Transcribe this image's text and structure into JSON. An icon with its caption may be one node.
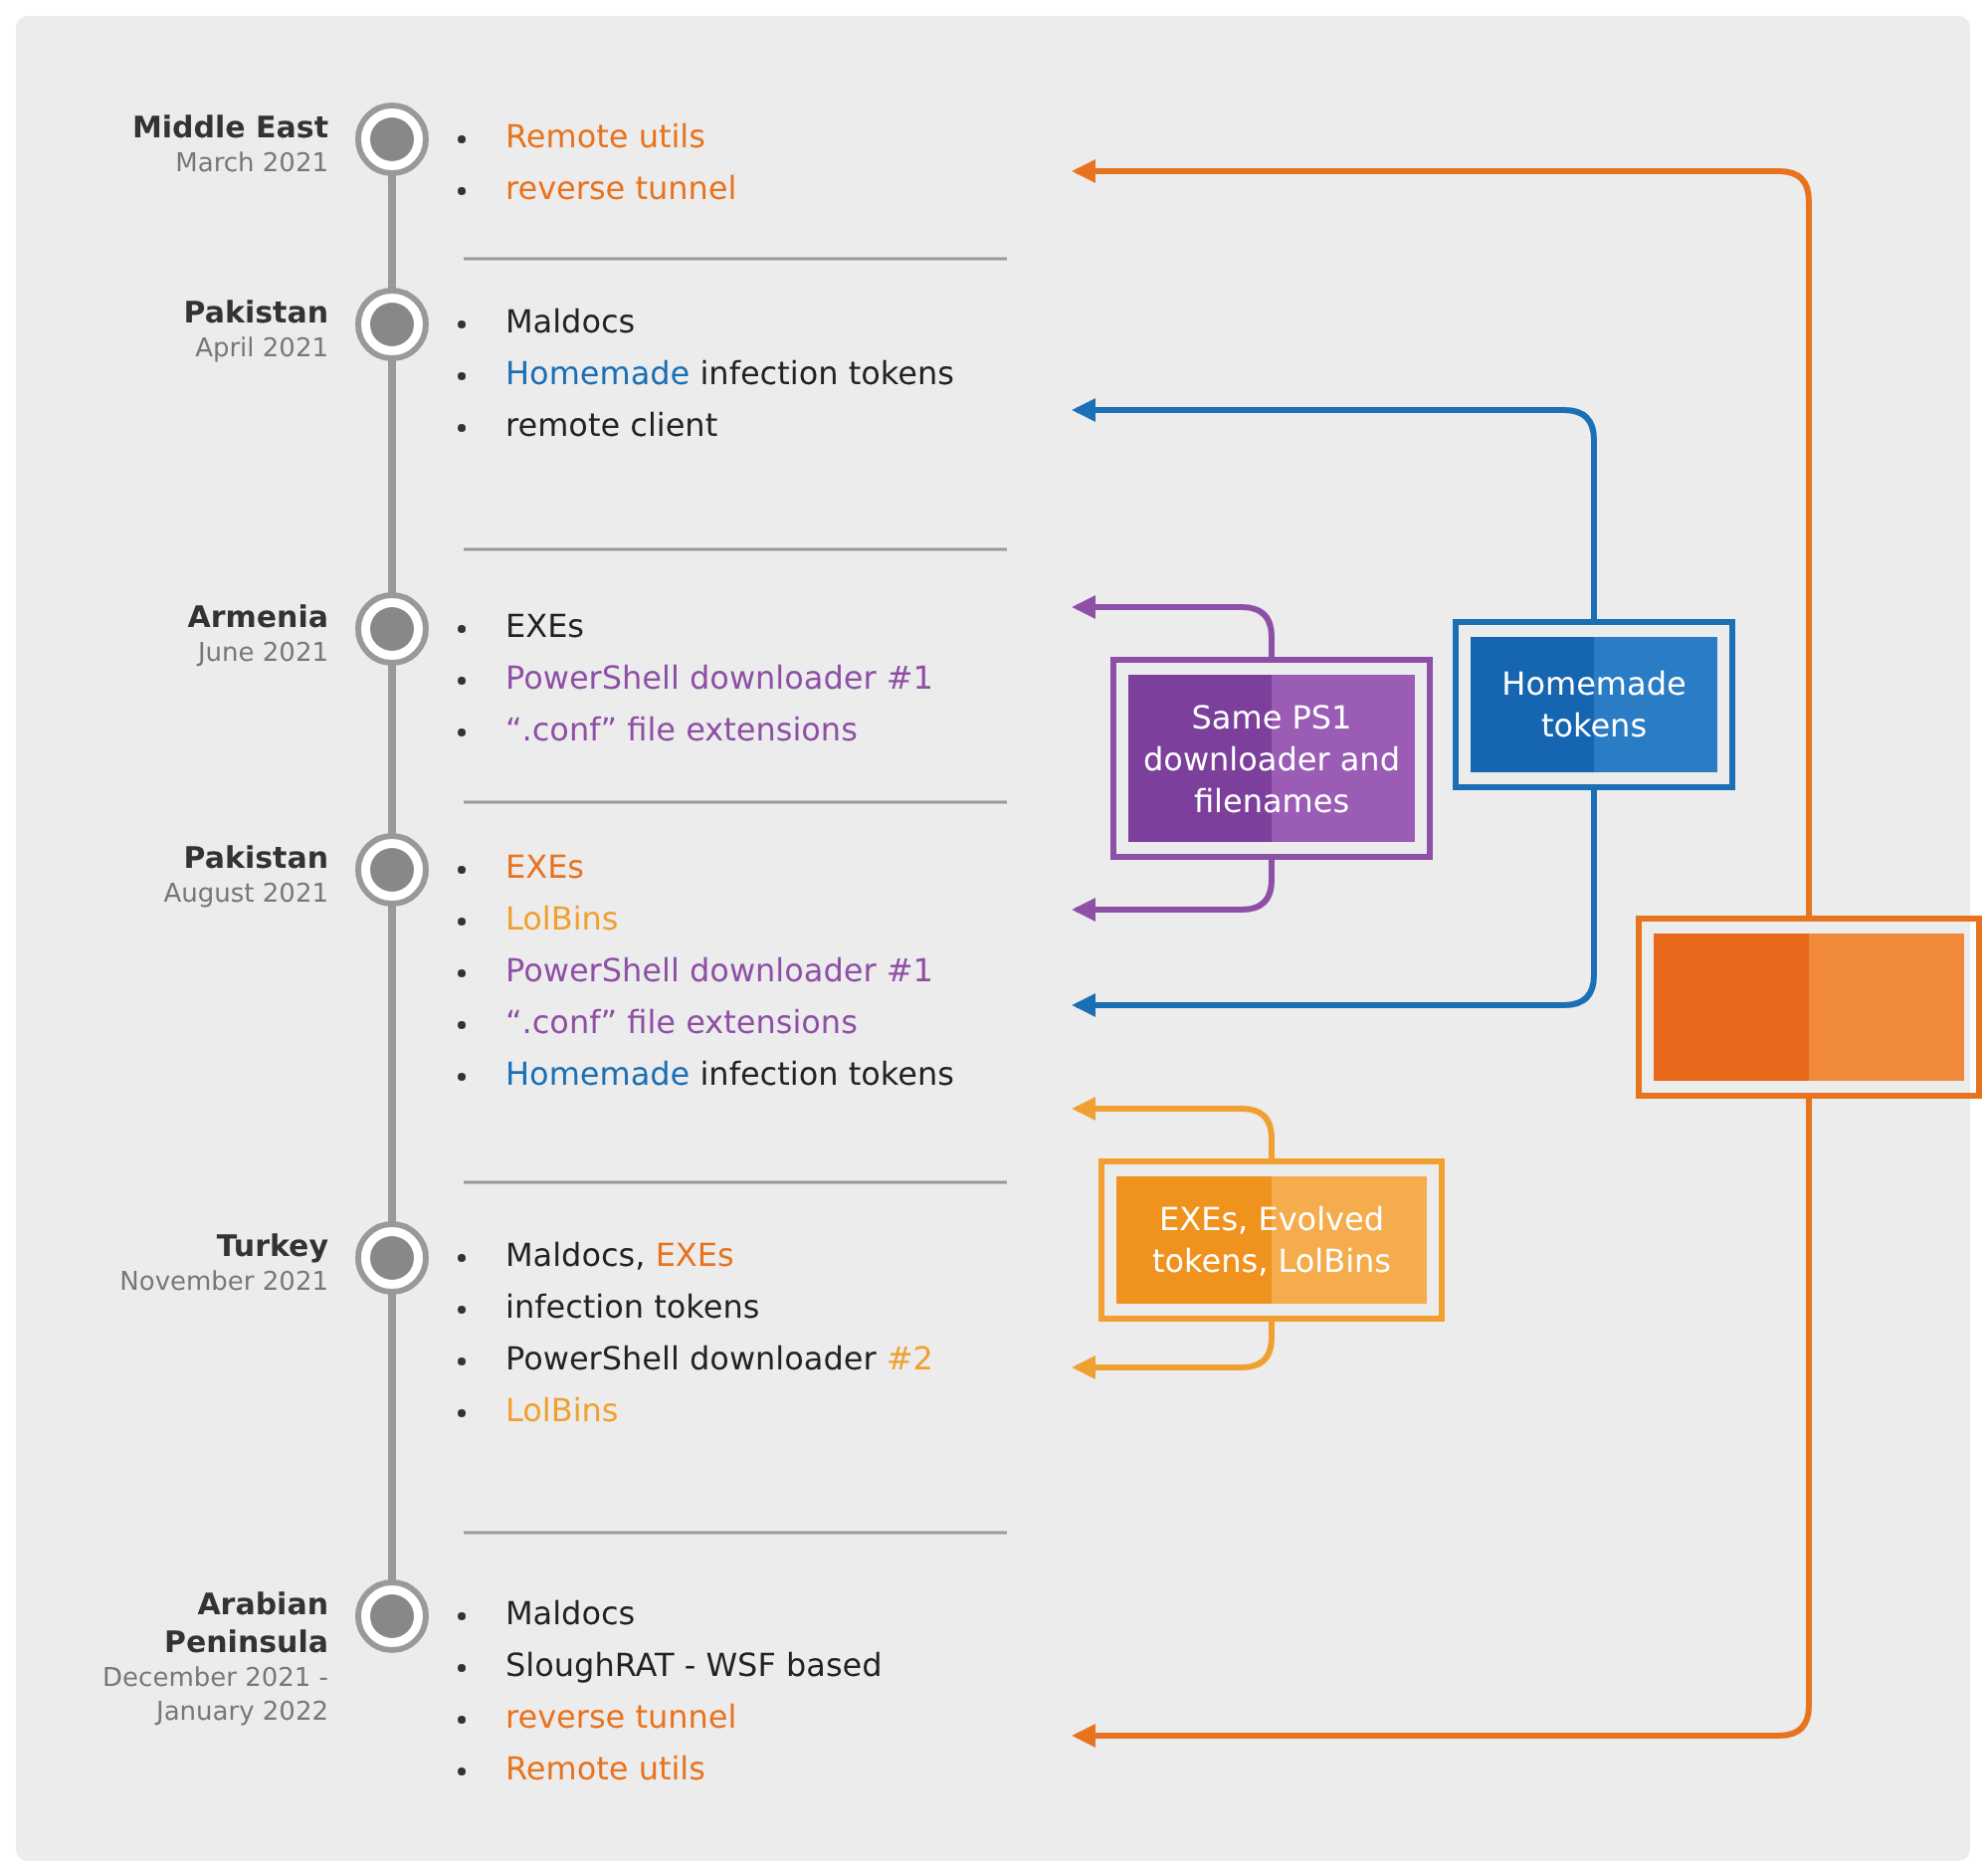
{
  "diagram": {
    "nodes": [
      {
        "text": [
          "Middle East",
          "March 2021"
        ]
      },
      {
        "text": [
          "Remote utils",
          "reverse tunnel"
        ]
      },
      {
        "text": [
          "Pakistan",
          "April 2021"
        ]
      },
      {
        "text": [
          "Maldocs",
          "Homemade infection tokens",
          "remote client"
        ]
      },
      {
        "text": [
          "Armenia",
          "June 2021"
        ]
      },
      {
        "text": [
          "EXEs",
          "PowerShell downloader #1",
          "“.conf” file extensions"
        ]
      },
      {
        "text": [
          "Pakistan",
          "August 2021"
        ]
      },
      {
        "text": [
          "EXEs",
          "LolBins",
          "PowerShell downloader #1",
          "“.conf” file extensions",
          "Homemade infection tokens"
        ]
      },
      {
        "text": [
          "Turkey",
          "November 2021"
        ]
      },
      {
        "text": [
          "Maldocs, EXEs",
          "infection tokens",
          "PowerShell downloader #2",
          "LolBins"
        ]
      },
      {
        "text": [
          "Arabian Peninsula",
          "December 2021 - January 2022"
        ]
      },
      {
        "text": [
          "Maldocs",
          "SloughRAT - WSF based",
          "reverse tunnel",
          "Remote utils"
        ]
      },
      {
        "text": [
          "Same PS1 downloader and filenames"
        ]
      },
      {
        "text": [
          "Homemade tokens"
        ]
      },
      {
        "text": [],
        "shape": "box"
      },
      {
        "text": [
          "EXEs, Evolved tokens, LolBins"
        ]
      }
    ],
    "edges": [
      {
        "from": 12,
        "to": 5,
        "arrow": "to",
        "color": "#8e4fa6"
      },
      {
        "from": 12,
        "to": 7,
        "arrow": "to",
        "color": "#8e4fa6"
      },
      {
        "from": 13,
        "to": 3,
        "arrow": "to",
        "color": "#1a6fb5"
      },
      {
        "from": 13,
        "to": 7,
        "arrow": "to",
        "color": "#1a6fb5"
      },
      {
        "from": 14,
        "to": 1,
        "arrow": "to",
        "color": "#e8731f"
      },
      {
        "from": 14,
        "to": 11,
        "arrow": "to",
        "color": "#e8731f"
      },
      {
        "from": 15,
        "to": 7,
        "arrow": "to",
        "color": "#f0a030"
      },
      {
        "from": 15,
        "to": 9,
        "arrow": "to",
        "color": "#f0a030"
      }
    ]
  }
}
